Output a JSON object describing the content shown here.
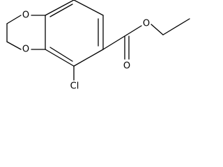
{
  "molecule": {
    "atoms": {
      "o_ring_top": "O",
      "o_ring_bottom": "O",
      "o_carbonyl": "O",
      "o_ester": "O",
      "chlorine": "Cl"
    }
  }
}
